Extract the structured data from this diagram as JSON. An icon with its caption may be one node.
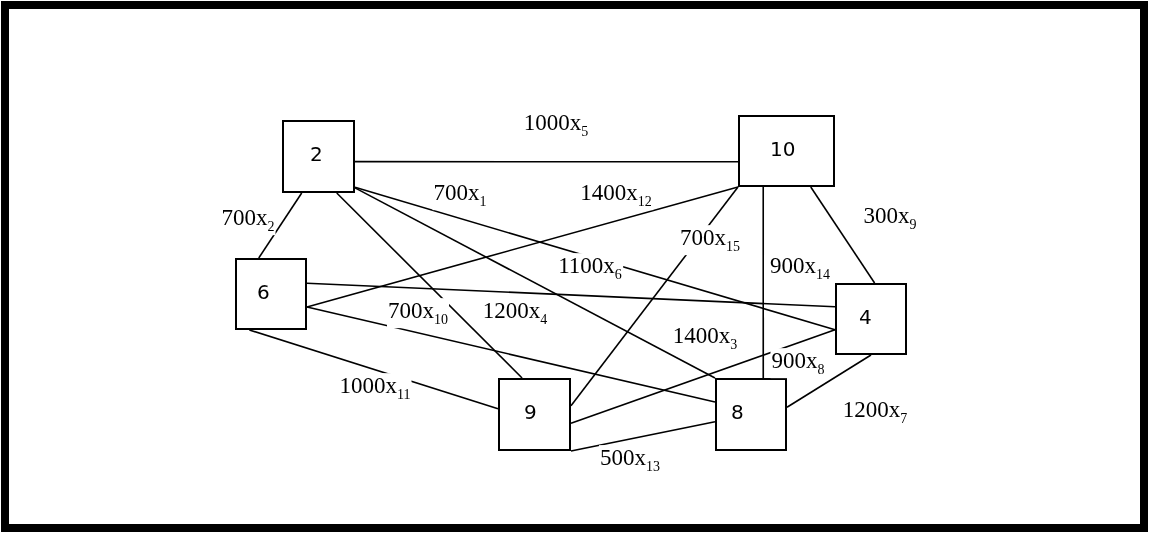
{
  "diagram": {
    "nodes": [
      {
        "text": [
          "2"
        ]
      },
      {
        "text": [
          "10"
        ]
      },
      {
        "text": [
          "6"
        ]
      },
      {
        "text": [
          "4"
        ]
      },
      {
        "text": [
          "9"
        ]
      },
      {
        "text": [
          "8"
        ]
      }
    ],
    "edges": [
      {
        "from": 0,
        "to": 3,
        "arrow": "none",
        "label": "700x$_{1}$"
      },
      {
        "from": 0,
        "to": 2,
        "arrow": "none",
        "label": "700x$_{2}$"
      },
      {
        "from": 0,
        "to": 5,
        "arrow": "none",
        "label": "1400x$_{3}$"
      },
      {
        "from": 0,
        "to": 4,
        "arrow": "none",
        "label": "1200x$_{4}$"
      },
      {
        "from": 0,
        "to": 1,
        "arrow": "none",
        "label": "1000x$_{5}$"
      },
      {
        "from": 2,
        "to": 3,
        "arrow": "none",
        "label": "1100x$_{6}$"
      },
      {
        "from": 5,
        "to": 3,
        "arrow": "none",
        "label": "1200x$_{7}$"
      },
      {
        "from": 4,
        "to": 3,
        "arrow": "none",
        "label": "900x$_{8}$"
      },
      {
        "from": 1,
        "to": 3,
        "arrow": "none",
        "label": "300x$_{9}$"
      },
      {
        "from": 2,
        "to": 5,
        "arrow": "none",
        "label": "700x$_{10}$"
      },
      {
        "from": 2,
        "to": 4,
        "arrow": "none",
        "label": "1000x$_{11}$"
      },
      {
        "from": 2,
        "to": 1,
        "arrow": "none",
        "label": "1400x$_{12}$"
      },
      {
        "from": 4,
        "to": 5,
        "arrow": "none",
        "label": "500x$_{13}$"
      },
      {
        "from": 1,
        "to": 5,
        "arrow": "none",
        "label": "900x$_{14}$"
      },
      {
        "from": 4,
        "to": 1,
        "arrow": "none",
        "label": "700x$_{15}$"
      }
    ]
  }
}
